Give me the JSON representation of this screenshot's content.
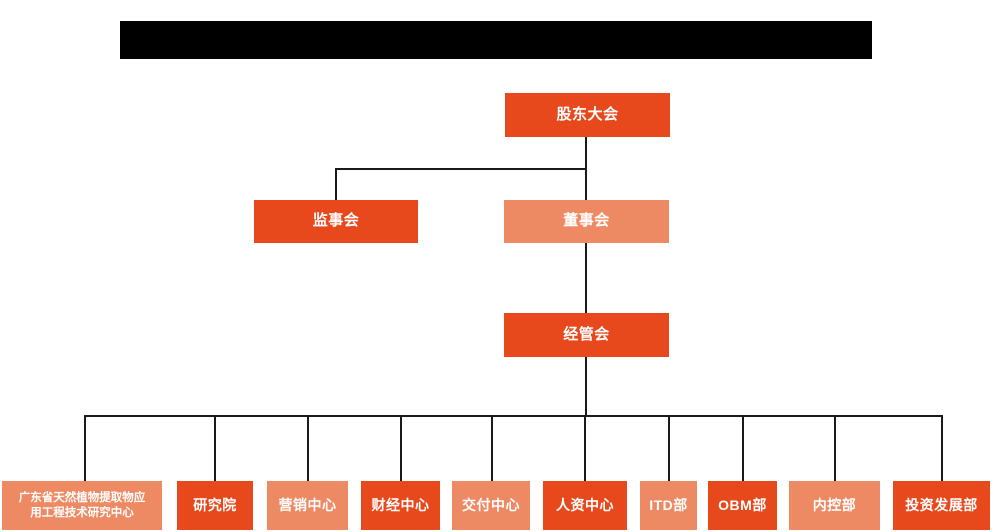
{
  "diagram": {
    "type": "org-chart",
    "title_bar": {
      "label": "",
      "redacted": true,
      "color": "#000000"
    },
    "colors": {
      "primary_dark_orange": "#E8491C",
      "secondary_light_orange": "#EE8A63",
      "connector_line": "#1a1a1a",
      "node_text": "#ffffff",
      "background": "#ffffff"
    },
    "levels": [
      {
        "level": 1,
        "nodes": [
          {
            "id": "shareholders-meeting",
            "label": "股东大会",
            "shade": "dark"
          }
        ]
      },
      {
        "level": 2,
        "nodes": [
          {
            "id": "board-of-supervisors",
            "label": "监事会",
            "shade": "dark"
          },
          {
            "id": "board-of-directors",
            "label": "董事会",
            "shade": "light"
          }
        ]
      },
      {
        "level": 3,
        "nodes": [
          {
            "id": "management-committee",
            "label": "经管会",
            "shade": "dark"
          }
        ]
      },
      {
        "level": 4,
        "nodes": [
          {
            "id": "guangdong-research-center",
            "label": "广东省天然植物提取物应用工程技术研究中心",
            "line1": "广东省天然植物提取物应",
            "line2": "用工程技术研究中心",
            "shade": "light"
          },
          {
            "id": "research-institute",
            "label": "研究院",
            "shade": "dark"
          },
          {
            "id": "marketing-center",
            "label": "营销中心",
            "shade": "light"
          },
          {
            "id": "finance-center",
            "label": "财经中心",
            "shade": "dark"
          },
          {
            "id": "delivery-center",
            "label": "交付中心",
            "shade": "light"
          },
          {
            "id": "hr-center",
            "label": "人资中心",
            "shade": "dark"
          },
          {
            "id": "itd-department",
            "label": "ITD部",
            "shade": "light"
          },
          {
            "id": "obm-department",
            "label": "OBM部",
            "shade": "dark"
          },
          {
            "id": "internal-control-department",
            "label": "内控部",
            "shade": "light"
          },
          {
            "id": "investment-development-department",
            "label": "投资发展部",
            "shade": "dark"
          }
        ]
      }
    ]
  }
}
